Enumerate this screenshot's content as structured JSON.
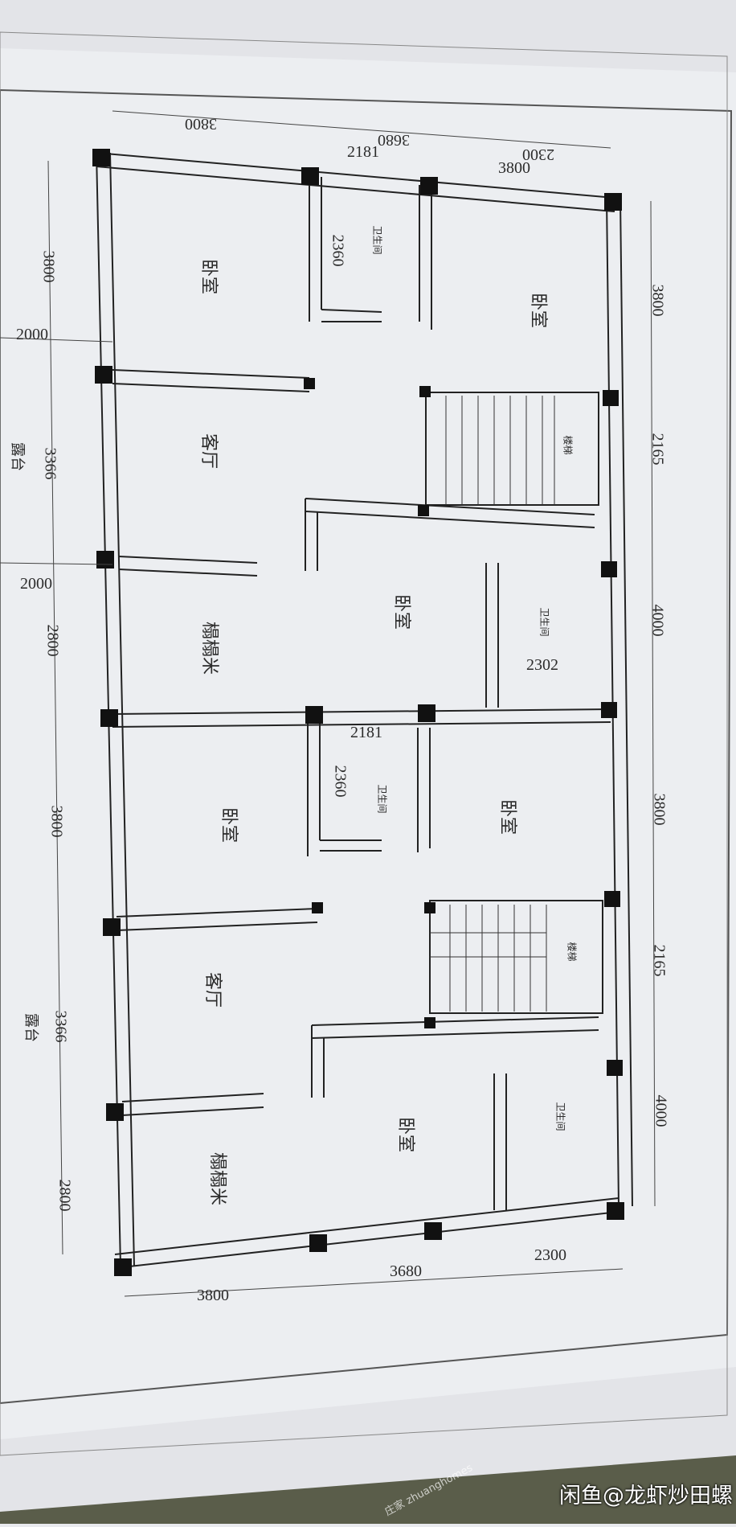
{
  "watermark": {
    "app_text": "闲鱼@龙虾炒田螺",
    "site_text": "庄家 zhuanghomes"
  },
  "dimensions": {
    "left_vertical": [
      "3800",
      "2000",
      "3366",
      "2000",
      "2800",
      "3800",
      "3366",
      "2800"
    ],
    "right_vertical": [
      "3800",
      "2165",
      "4000",
      "3800",
      "2165",
      "4000"
    ],
    "top_horizontal": [
      "3800",
      "3680",
      "2181",
      "2300",
      "3800"
    ],
    "bottom_horizontal": [
      "3800",
      "3680",
      "2300"
    ],
    "inner": [
      "2360",
      "2302",
      "2181",
      "2360"
    ]
  },
  "rooms": {
    "bedroom": "卧室",
    "living": "客厅",
    "tatami": "榻榻米",
    "bathroom": "卫生间",
    "stairs": "楼梯",
    "terrace": "露台"
  }
}
